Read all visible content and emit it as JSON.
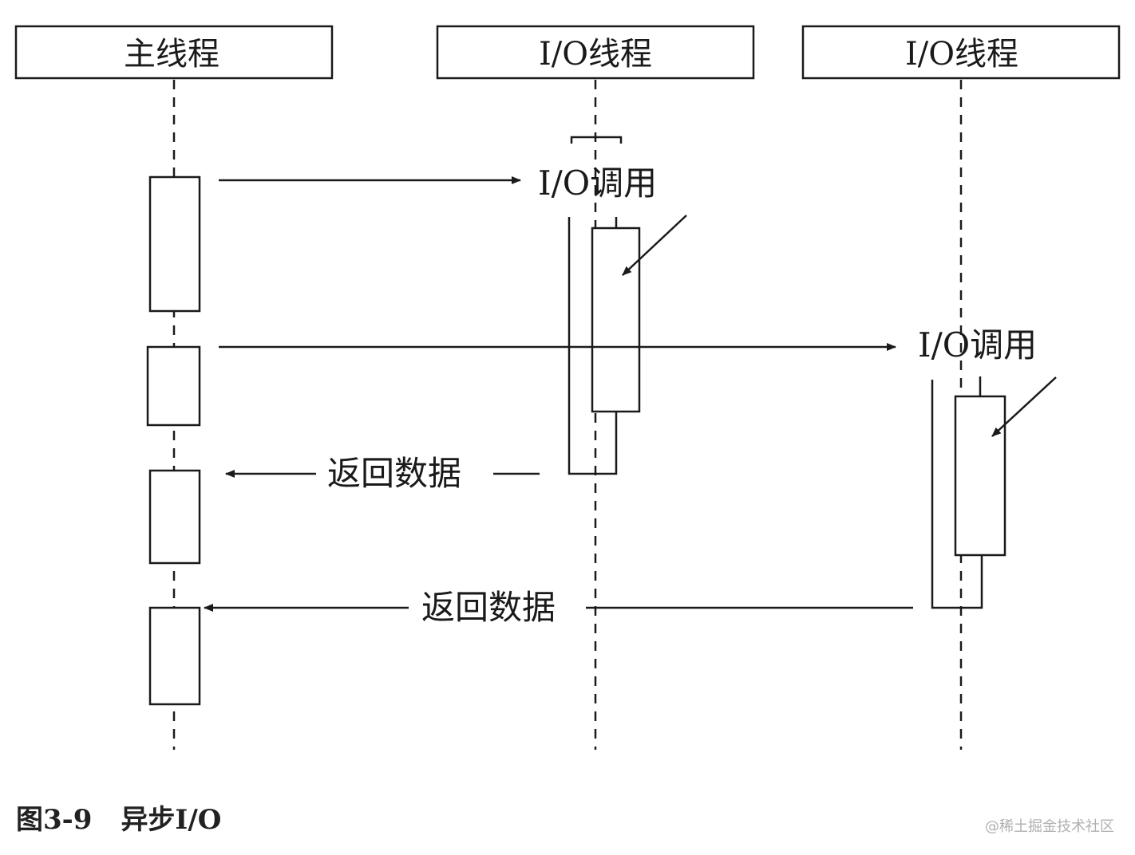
{
  "lanes": [
    {
      "id": "main",
      "label": "主线程"
    },
    {
      "id": "io1",
      "label": "I/O线程"
    },
    {
      "id": "io2",
      "label": "I/O线程"
    }
  ],
  "messages": [
    {
      "id": "call1",
      "label": "I/O调用"
    },
    {
      "id": "call2",
      "label": "I/O调用"
    },
    {
      "id": "return1",
      "label": "返回数据"
    },
    {
      "id": "return2",
      "label": "返回数据"
    }
  ],
  "caption": {
    "figure": "图3-9",
    "title": "异步I/O"
  },
  "watermark": "@稀土掘金技术社区",
  "colors": {
    "line": "#1a1a1a",
    "background": "#ffffff"
  }
}
